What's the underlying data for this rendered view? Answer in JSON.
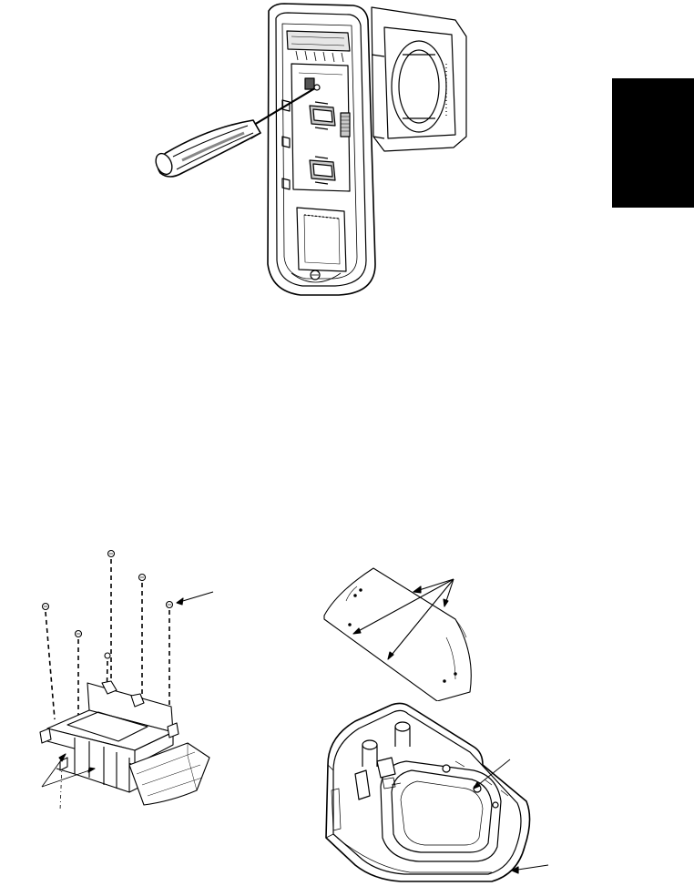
{
  "page": {
    "description_visible_text": "",
    "colors": {
      "ink": "#000000",
      "paper": "#ffffff",
      "shade": "#c8c8c8",
      "light_shade": "#e6e6e6",
      "tab": "#000000"
    }
  },
  "figures": [
    {
      "id": "fig-top",
      "subject": "screwdriver-removing-pcb"
    },
    {
      "id": "fig-bottom-left",
      "subject": "exploded-lens-holder-with-screws"
    },
    {
      "id": "fig-bottom-right-top",
      "subject": "curved-lens-window"
    },
    {
      "id": "fig-bottom-right-bottom",
      "subject": "detector-housing-base"
    }
  ],
  "icons": [
    "screwdriver-icon",
    "screw-icon",
    "arrow-icon",
    "section-tab-icon"
  ]
}
